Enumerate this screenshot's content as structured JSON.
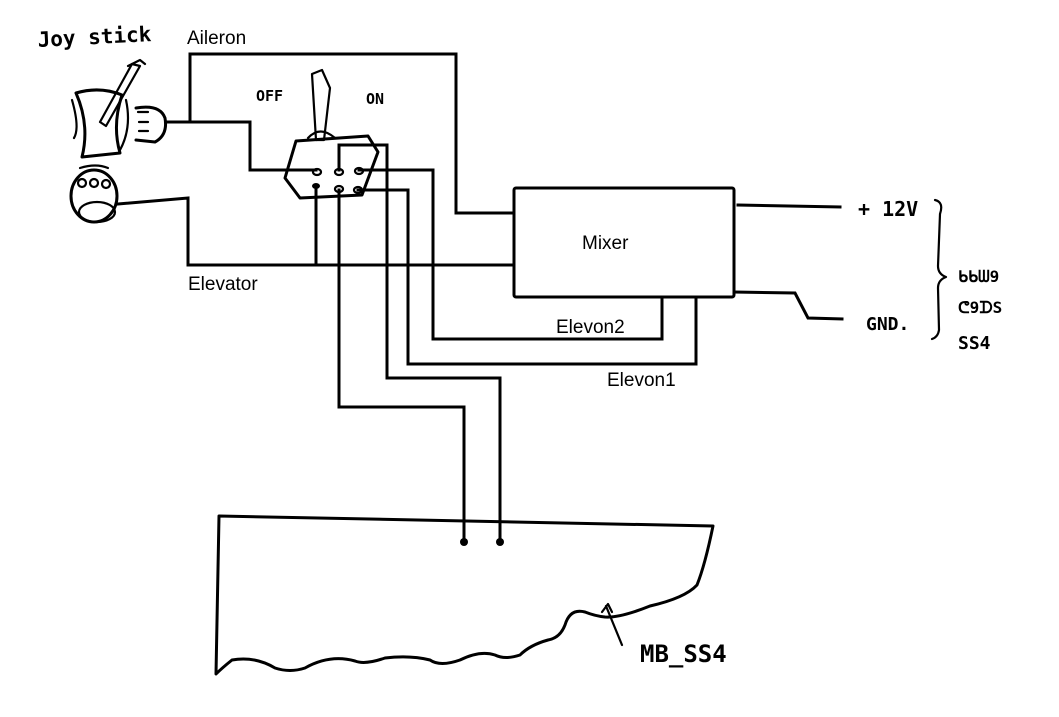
{
  "diagram": {
    "title_label": "Joy stick",
    "components": {
      "joystick": {
        "label": "Joy stick"
      },
      "toggle_switch": {
        "off_label": "OFF",
        "on_label": "ON"
      },
      "mixer": {
        "label": "Mixer"
      },
      "board": {
        "label": "MB_SS4"
      }
    },
    "signal_labels": {
      "aileron": "Aileron",
      "elevator": "Elevator",
      "elevon1": "Elevon1",
      "elevon2": "Elevon2"
    },
    "power": {
      "positive": "+ 12V",
      "ground": "GND.",
      "source_lines": [
        "ᑲᑲᗯ9",
        "ᕦ9ᗪS",
        "SS4"
      ]
    }
  }
}
